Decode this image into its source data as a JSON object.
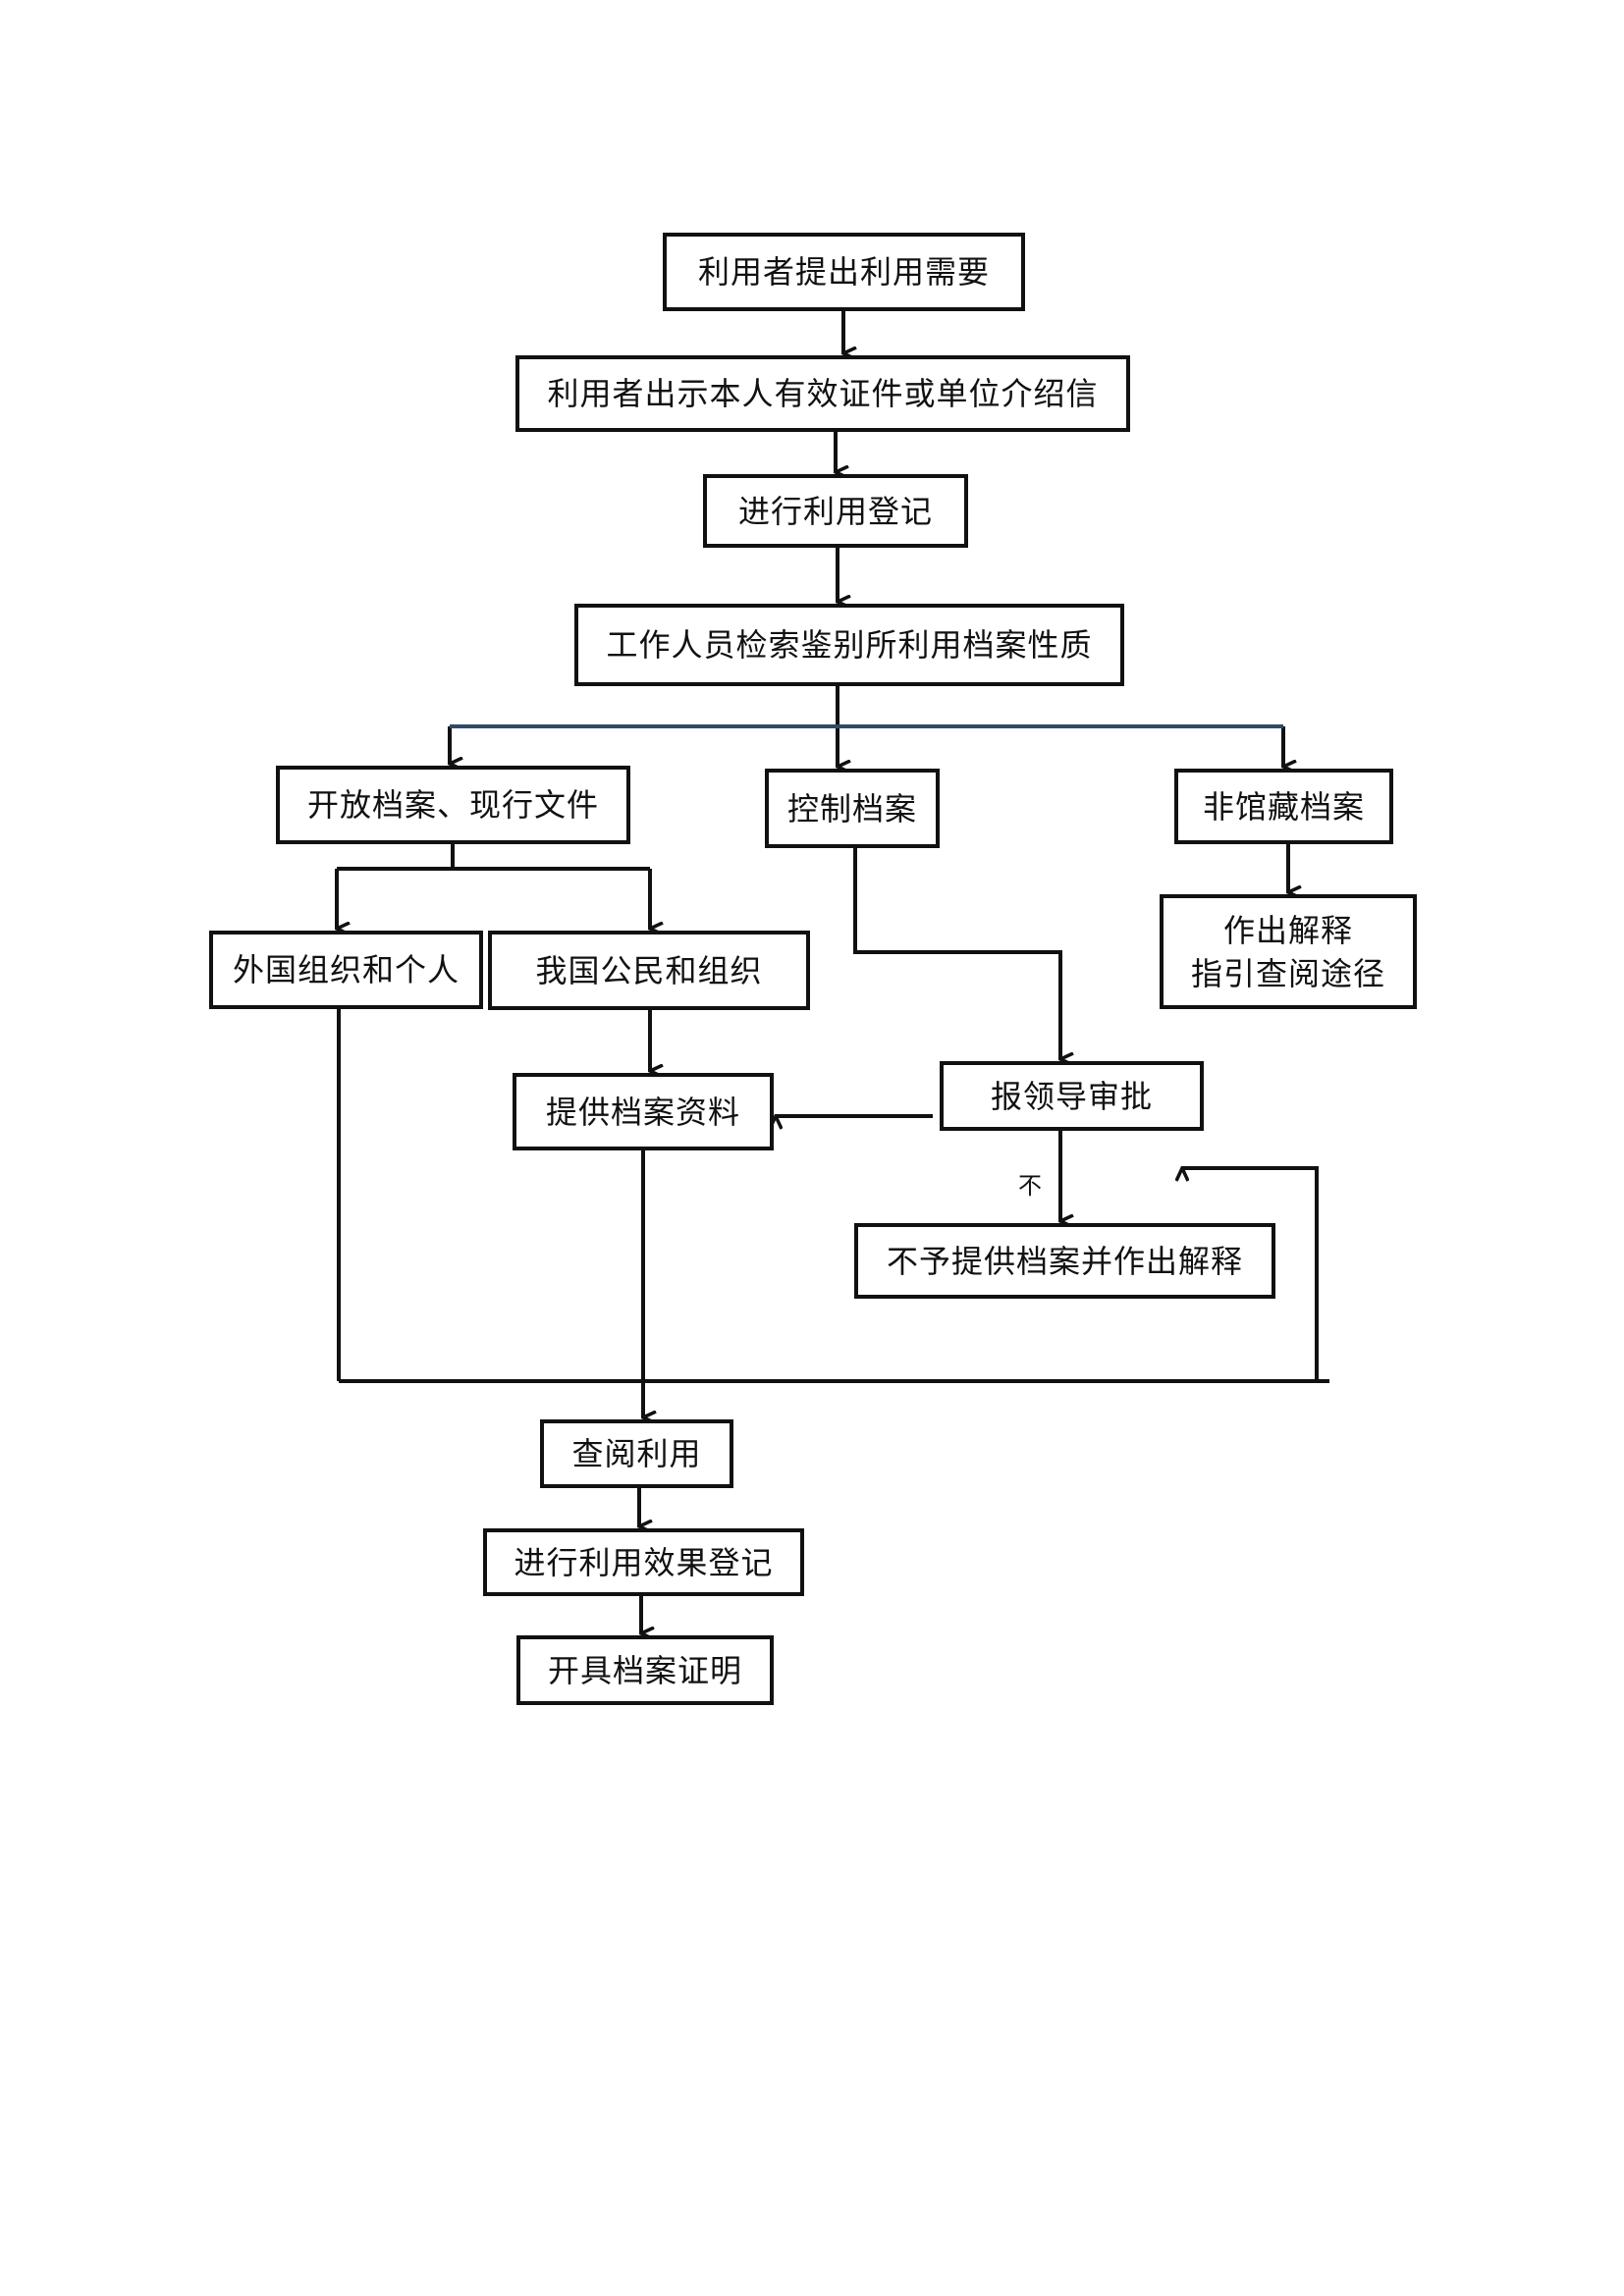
{
  "title": "档案利用流程图",
  "colors": {
    "line": "#111111",
    "branch_line": "#2f4a66"
  },
  "nodes": {
    "request": "利用者提出利用需要",
    "show_id": "利用者出示本人有效证件或单位介绍信",
    "register": "进行利用登记",
    "staff_check": "工作人员检索鉴别所利用档案性质",
    "open_archives": "开放档案、现行文件",
    "controlled_archives": "控制档案",
    "non_collection": "非馆藏档案",
    "explain_line1": "作出解释",
    "explain_line2": "指引查阅途径",
    "foreign": "外国组织和个人",
    "domestic": "我国公民和组织",
    "provide": "提供档案资料",
    "leader_approval": "报领导审批",
    "deny": "不予提供档案并作出解释",
    "consult": "查阅利用",
    "effect_register": "进行利用效果登记",
    "certificate": "开具档案证明"
  },
  "edge_labels": {
    "deny_label": "不"
  }
}
